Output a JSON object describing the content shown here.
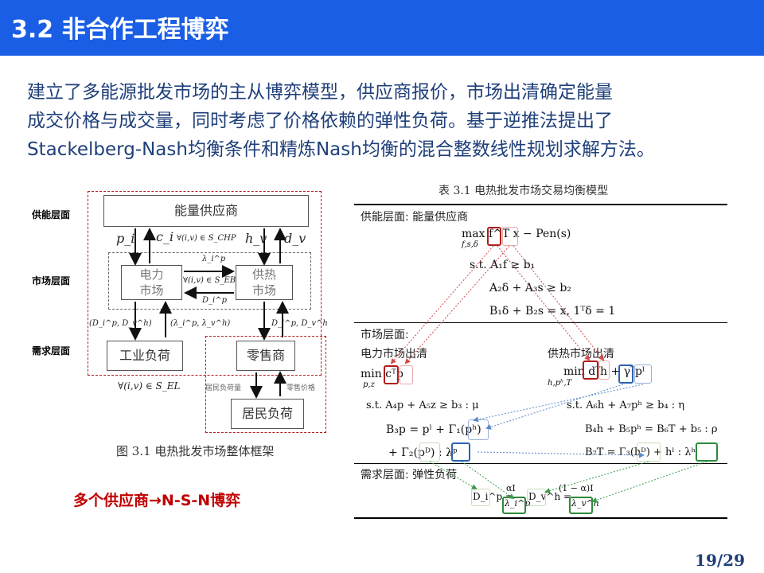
{
  "header": {
    "title": "3.2 非合作工程博弈"
  },
  "description": {
    "line1": "建立了多能源批发市场的主从博弈模型，供应商报价，市场出清确定能量",
    "line2": "成交价格与成交量，同时考虑了价格依赖的弹性负荷。基于逆推法提出了",
    "line3": "Stackelberg-Nash均衡条件和精炼Nash均衡的混合整数线性规划求解方法。"
  },
  "figure": {
    "layers": {
      "supply": "供能层面",
      "market": "市场层面",
      "demand": "需求层面"
    },
    "supplier_box": "能量供应商",
    "power_market": "电力\n市场",
    "heat_market": "供热\n市场",
    "industrial_load": "工业负荷",
    "retailer": "零售商",
    "resident_load": "居民负荷",
    "resident_load_qty": "居民负荷量",
    "retail_price": "零售价格",
    "math": {
      "p_i": "p_i",
      "c_i": "c_i",
      "h_v": "h_v",
      "d_v": "d_v",
      "chp_set": "∀(i,v) ∈ S_CHP",
      "lambda_p": "λ_i^p",
      "eb_set": "∀(i,v) ∈ S_EB",
      "D_p": "D_i^p",
      "demand_left": "(D_i^p, D_v^h)",
      "lambda_pair": "(λ_i^p, λ_v^h)",
      "demand_right": "D_i^p, D_v^h",
      "el_set": "∀(i,v) ∈ S_EL"
    },
    "caption": "图 3.1    电热批发市场整体框架"
  },
  "note": "多个供应商→N-S-N博弈",
  "table": {
    "caption": "表 3.1    电热批发市场交易均衡模型",
    "supply_header": "供能层面: 能量供应商",
    "supply_eqs": {
      "obj": "max f^T x − Pen(s)",
      "obj_sub": "f,s,δ",
      "c1": "s.t. A₁f ≥ b₁",
      "c2": "A₂δ + A₃s ≥ b₂",
      "c3": "B₁δ + B₂s = x, 1ᵀδ = 1"
    },
    "market_header": "市场层面:",
    "power_clear": "电力市场出清",
    "heat_clear": "供热市场出清",
    "power_eqs": {
      "obj": "min cᵀp",
      "obj_sub": "p,z",
      "c1": "s.t. A₄p + A₅z ≥ b₃ : μ",
      "c2": "B₃p = pˡ + Γ₁(pʰ)",
      "c3": "+ Γ₂(pᴰ) : λᵖ"
    },
    "heat_eqs": {
      "obj": "min dᵀh + γᵀpˡ",
      "obj_sub": "h,pʰ,T",
      "c1": "s.t. A₆h + A₇pʰ ≥ b₄ : η",
      "c2": "B₄h + B₅pʰ = B₆T + b₅ : ρ",
      "c3": "B₇T = Γ₃(hᴰ) + hˡ : λʰ"
    },
    "demand_header": "需求层面: 弹性负荷",
    "demand_eqs": {
      "left_num": "αI",
      "left_lhs": "D_i^p =",
      "left_den": "λ_i^p",
      "right_lhs": "D_v^h =",
      "right_num": "(1 − α)I",
      "right_den": "λ_v^h"
    }
  },
  "page_number": "19/29",
  "colors": {
    "header_bg": "#1a5ee5",
    "text_blue": "#1f3f7a",
    "accent_red": "#c00000"
  }
}
